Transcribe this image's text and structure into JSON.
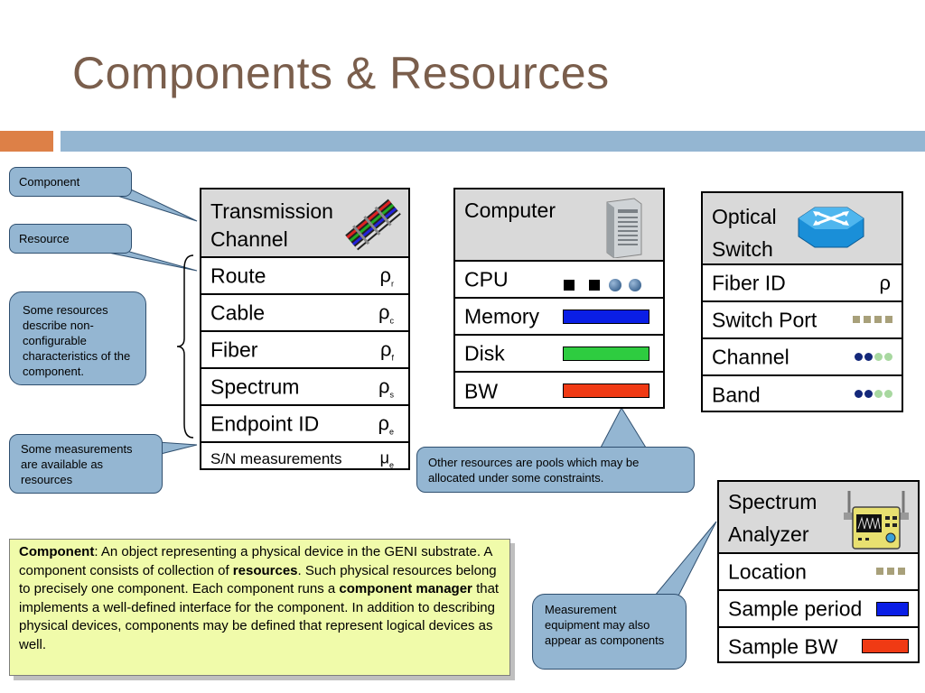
{
  "slide_title": "Components & Resources",
  "callouts": {
    "component": "Component",
    "resource": "Resource",
    "non_configurable": "Some resources describe non-configurable characteristics of the component.",
    "measurements": "Some measurements are available as resources",
    "pools": "Other resources are pools which may be allocated under some constraints.",
    "measurement_equipment": "Measurement equipment may also appear as components"
  },
  "transmission": {
    "header_line1": "Transmission",
    "header_line2": "Channel",
    "rows": [
      {
        "label": "Route",
        "sym": "ρ",
        "sub": "r"
      },
      {
        "label": "Cable",
        "sym": "ρ",
        "sub": "c"
      },
      {
        "label": "Fiber",
        "sym": "ρ",
        "sub": "f"
      },
      {
        "label": "Spectrum",
        "sym": "ρ",
        "sub": "s"
      },
      {
        "label": "Endpoint ID",
        "sym": "ρ",
        "sub": "e"
      },
      {
        "label": "S/N measurements",
        "sym": "μ",
        "sub": "e"
      }
    ]
  },
  "computer": {
    "header": "Computer",
    "rows": [
      {
        "label": "CPU"
      },
      {
        "label": "Memory",
        "color": "#0a1ee6"
      },
      {
        "label": "Disk",
        "color": "#2ecc40"
      },
      {
        "label": "BW",
        "color": "#f03a14"
      }
    ]
  },
  "optical": {
    "header_line1": "Optical",
    "header_line2": "Switch",
    "rows": [
      {
        "label": "Fiber ID",
        "sym": "ρ"
      },
      {
        "label": "Switch Port"
      },
      {
        "label": "Channel"
      },
      {
        "label": "Band"
      }
    ]
  },
  "spectrum": {
    "header_line1": "Spectrum",
    "header_line2": "Analyzer",
    "rows": [
      {
        "label": "Location"
      },
      {
        "label": "Sample period",
        "color": "#0a1ee6"
      },
      {
        "label": "Sample BW",
        "color": "#f03a14"
      }
    ]
  },
  "note": {
    "bold1": "Component",
    "text1": ": An object representing a physical device in the GENI substrate. A component consists of collection of ",
    "bold2": "resources",
    "text2": ". Such physical resources belong to precisely one component. Each component runs a ",
    "bold3": "component manager",
    "text3": " that implements a well-defined interface for the component. In addition to describing physical devices, components may be defined that represent logical devices as well."
  },
  "colors": {
    "title": "#7a5e4c",
    "accent_orange": "#dd8047",
    "accent_blue": "#94b6d2",
    "header_gray": "#d9d9d9",
    "note_bg": "#f0fbaa",
    "navy_dot": "#14287a",
    "light_green_dot": "#a8d8a0",
    "tan_square": "#a8a07a"
  },
  "icons": [
    "fiber-cable-icon",
    "server-icon",
    "optical-switch-icon",
    "spectrum-analyzer-icon"
  ]
}
